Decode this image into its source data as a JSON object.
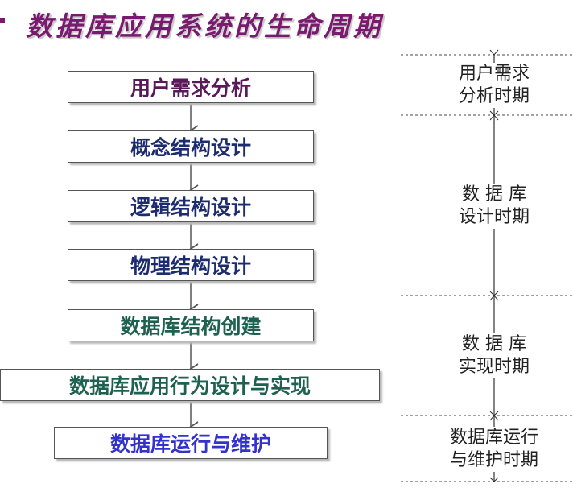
{
  "title": "数据库应用系统的生命周期",
  "stages": [
    "用户需求分析",
    "概念结构设计",
    "逻辑结构设计",
    "物理结构设计",
    "数据库结构创建",
    "数据库应用行为设计与实现",
    "数据库运行与维护"
  ],
  "periods": [
    {
      "line1": "用户需求",
      "line2": "分析时期"
    },
    {
      "line1": "数 据 库",
      "line2": "设计时期"
    },
    {
      "line1": "数 据 库",
      "line2": "实现时期"
    },
    {
      "line1": "数据库运行",
      "line2": "与维护时期"
    }
  ]
}
